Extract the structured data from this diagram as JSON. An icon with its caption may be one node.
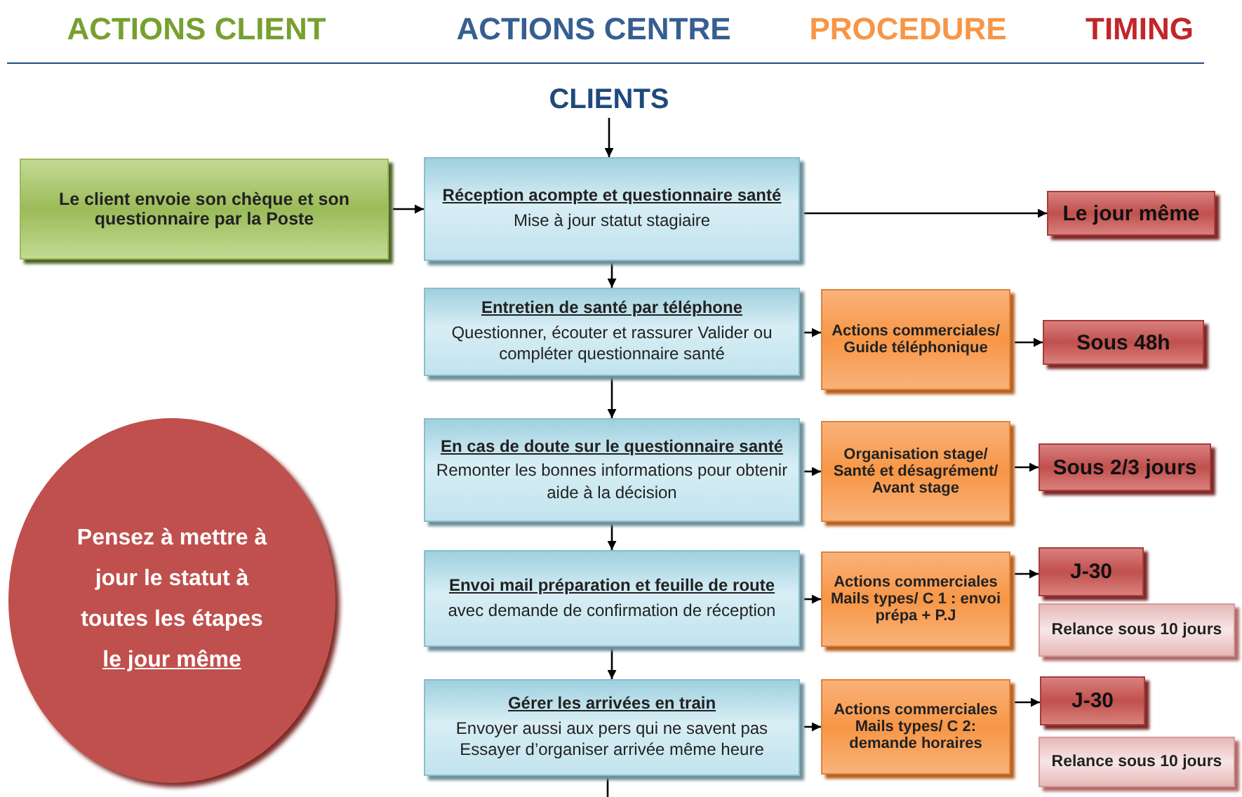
{
  "diagram": {
    "nodes": [
      {
        "text": [
          "CLIENTS"
        ]
      },
      {
        "text": [
          "Le client envoie son chèque et son questionnaire par la Poste"
        ]
      },
      {
        "text": [
          "Réception acompte et questionnaire santé",
          "Mise à jour statut stagiaire"
        ]
      },
      {
        "text": [
          "Le jour même"
        ]
      },
      {
        "text": [
          "Entretien de santé par téléphone",
          "Questionner, écouter et rassurer Valider ou compléter questionnaire santé"
        ]
      },
      {
        "text": [
          "Actions commerciales/ Guide téléphonique"
        ]
      },
      {
        "text": [
          "Sous 48h"
        ]
      },
      {
        "text": [
          "En cas de doute sur le questionnaire santé",
          "Remonter les bonnes informations pour obtenir aide à la décision"
        ]
      },
      {
        "text": [
          "Organisation stage/ Santé et désagrément/ Avant stage"
        ]
      },
      {
        "text": [
          "Sous 2/3 jours"
        ]
      },
      {
        "text": [
          "Envoi mail préparation et feuille de route",
          "avec demande de confirmation de réception"
        ]
      },
      {
        "text": [
          "Actions commerciales Mails types/ C 1 : envoi prépa + P.J"
        ]
      },
      {
        "text": [
          "J-30"
        ]
      },
      {
        "text": [
          "Relance sous 10 jours"
        ]
      },
      {
        "text": [
          "Gérer les arrivées en train",
          "Envoyer aussi aux pers qui ne savent pas Essayer d’organiser arrivée même heure"
        ]
      },
      {
        "text": [
          "Actions commerciales Mails types/ C 2: demande horaires"
        ]
      },
      {
        "text": [
          "J-30"
        ]
      },
      {
        "text": [
          "Relance sous 10 jours"
        ]
      },
      {
        "text": [
          "Pensez à mettre à jour le statut à toutes les étapes **le jour même**"
        ]
      }
    ],
    "edges": [
      {
        "from": 0,
        "to": 2,
        "arrow": "to"
      },
      {
        "from": 1,
        "to": 2,
        "arrow": "to"
      },
      {
        "from": 2,
        "to": 3,
        "arrow": "to"
      },
      {
        "from": 2,
        "to": 4,
        "arrow": "to"
      },
      {
        "from": 4,
        "to": 5,
        "arrow": "to"
      },
      {
        "from": 5,
        "to": 6,
        "arrow": "to"
      },
      {
        "from": 4,
        "to": 7,
        "arrow": "to"
      },
      {
        "from": 7,
        "to": 8,
        "arrow": "to"
      },
      {
        "from": 8,
        "to": 9,
        "arrow": "to"
      },
      {
        "from": 7,
        "to": 10,
        "arrow": "to"
      },
      {
        "from": 10,
        "to": 11,
        "arrow": "to"
      },
      {
        "from": 11,
        "to": 12,
        "arrow": "to"
      },
      {
        "from": 10,
        "to": 14,
        "arrow": "to"
      },
      {
        "from": 14,
        "to": 15,
        "arrow": "to"
      },
      {
        "from": 15,
        "to": 16,
        "arrow": "to"
      },
      {
        "from": 14,
        "to": null,
        "arrow": "none"
      }
    ],
    "labels": [
      "ACTIONS CLIENT",
      "ACTIONS CENTRE",
      "PROCEDURE",
      "TIMING"
    ]
  }
}
